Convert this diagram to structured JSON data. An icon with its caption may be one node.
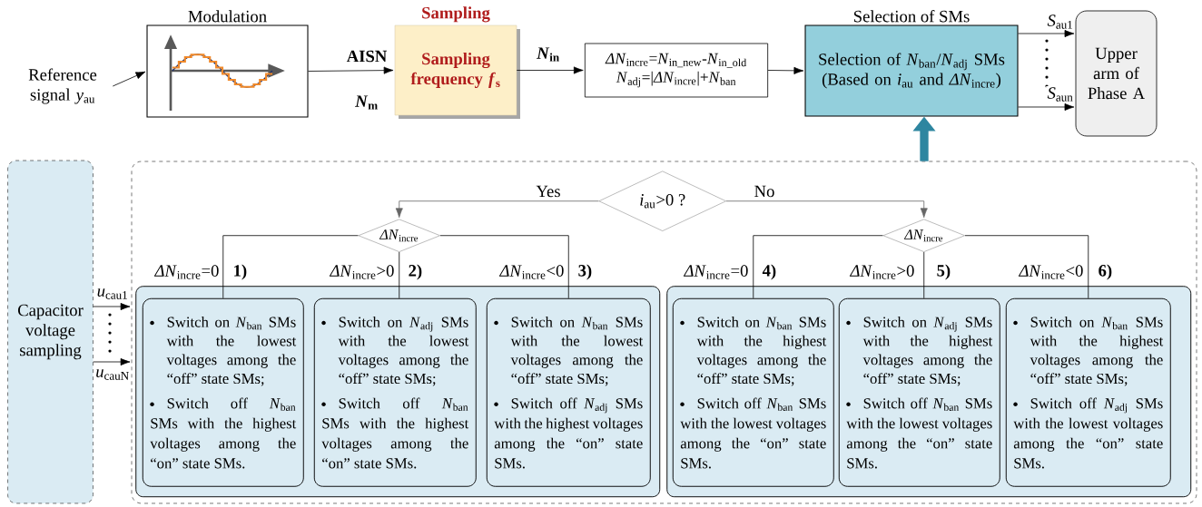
{
  "diagram": {
    "nodes": [
      {
        "text": [
          "Reference signal *y*$_{au}$"
        ]
      },
      {
        "text": [
          "Modulation"
        ]
      },
      {
        "text": [
          "Sampling",
          "Sampling frequency *f*$_{s}$"
        ]
      },
      {
        "text": [
          "*ΔN*$_{incre}$=*N*$_{in_new}$-*N*$_{in_old}$",
          "*N*$_{adj}$=|*ΔN*$_{incre}$|+*N*$_{ban}$"
        ]
      },
      {
        "text": [
          "Selection of SMs",
          "Selection of *N*$_{ban}$/*N*$_{adj}$ SMs (Based on *i*$_{au}$ and *ΔN*$_{incre}$)"
        ]
      },
      {
        "text": [
          "Upper arm of Phase A"
        ]
      },
      {
        "text": [
          "Capacitor voltage sampling"
        ]
      },
      {
        "text": [],
        "shape": "box"
      },
      {
        "text": [
          "*i*$_{au}$>0 ?"
        ],
        "in": 7
      },
      {
        "text": [
          "*ΔN*$_{incre}$"
        ],
        "in": 7
      },
      {
        "text": [
          "*ΔN*$_{incre}$"
        ],
        "in": 7
      },
      {
        "text": [],
        "shape": "box",
        "in": 7
      },
      {
        "text": [
          "Switch on *N*$_{ban}$ SMs with the lowest voltages among the “off” state SMs;",
          "Switch off *N*$_{ban}$ SMs with the highest voltages among the “on” state SMs."
        ],
        "in": 11
      },
      {
        "text": [
          "Switch on *N*$_{adj}$ SMs with the lowest voltages among the “off” state SMs;",
          "Switch off *N*$_{ban}$ SMs with the highest voltages among the “on” state SMs."
        ],
        "in": 11
      },
      {
        "text": [
          "Switch on *N*$_{ban}$ SMs with the lowest voltages among the “off” state SMs;",
          "Switch off *N*$_{adj}$ SMs with the highest voltages among the “on” state SMs."
        ],
        "in": 11
      },
      {
        "text": [],
        "shape": "box",
        "in": 7
      },
      {
        "text": [
          "Switch on *N*$_{ban}$ SMs with the highest voltages among the “off” state SMs;",
          "Switch off *N*$_{ban}$ SMs with the lowest voltages among the “on” state SMs."
        ],
        "in": 15
      },
      {
        "text": [
          "Switch on *N*$_{adj}$ SMs with the highest voltages among the “off” state SMs;",
          "Switch off *N*$_{ban}$ SMs with the lowest voltages among the “on” state SMs."
        ],
        "in": 15
      },
      {
        "text": [
          "Switch on *N*$_{ban}$ SMs with the highest voltages among the “off” state SMs;",
          "Switch off *N*$_{adj}$ SMs with the lowest voltages among the “on” state SMs."
        ],
        "in": 15
      }
    ],
    "edges": [
      {
        "from": 0,
        "to": 1,
        "arrow": "to"
      },
      {
        "from": 1,
        "to": 2,
        "arrow": "to",
        "label": "AISN"
      },
      {
        "from": 2,
        "to": 3,
        "arrow": "to",
        "label": "*N*$_{in}$"
      },
      {
        "from": 3,
        "to": 4,
        "arrow": "to"
      },
      {
        "from": 4,
        "to": 5,
        "arrow": "to",
        "label": "*S*$_{au1}$"
      },
      {
        "from": 4,
        "to": 5,
        "arrow": "to",
        "label": "*S*$_{aun}$"
      },
      {
        "from": 6,
        "to": 7,
        "arrow": "to",
        "label": "*u*$_{cau1}$"
      },
      {
        "from": 6,
        "to": 7,
        "arrow": "to",
        "label": "*u*$_{cauN}$"
      },
      {
        "from": 7,
        "to": 4,
        "arrow": "to",
        "style": "thick",
        "color": "#2e86a0"
      },
      {
        "from": 8,
        "to": 9,
        "arrow": "to",
        "label": "Yes",
        "color": "#666666"
      },
      {
        "from": 8,
        "to": 10,
        "arrow": "to",
        "label": "No",
        "color": "#666666"
      },
      {
        "from": 9,
        "to": 12,
        "arrow": "none",
        "label": "*ΔN*$_{incre}$=0"
      },
      {
        "from": 9,
        "to": 13,
        "arrow": "none",
        "label": "*ΔN*$_{incre}$>0"
      },
      {
        "from": 9,
        "to": 14,
        "arrow": "none",
        "label": "*ΔN*$_{incre}$<0"
      },
      {
        "from": 10,
        "to": 16,
        "arrow": "none",
        "label": "*ΔN*$_{incre}$=0"
      },
      {
        "from": 10,
        "to": 17,
        "arrow": "none",
        "label": "*ΔN*$_{incre}$>0"
      },
      {
        "from": 10,
        "to": 18,
        "arrow": "none",
        "label": "*ΔN*$_{incre}$<0"
      }
    ],
    "labels": [
      "*N*$_{m}$",
      "1)",
      "2)",
      "3)",
      "4)",
      "5)",
      "6)"
    ]
  }
}
